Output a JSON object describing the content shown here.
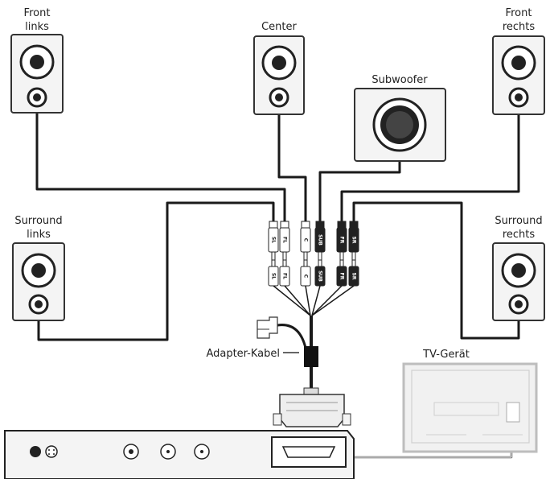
{
  "labels": {
    "front_left_line1": "Front",
    "front_left_line2": "links",
    "center": "Center",
    "front_right_line1": "Front",
    "front_right_line2": "rechts",
    "subwoofer": "Subwoofer",
    "surround_left_line1": "Surround",
    "surround_left_line2": "links",
    "surround_right_line1": "Surround",
    "surround_right_line2": "rechts",
    "adapter_cable": "Adapter-Kabel",
    "tv": "TV-Gerät"
  },
  "plugs": {
    "top": [
      "SL",
      "FL",
      "C",
      "SUB",
      "FR",
      "SR"
    ],
    "bottom": [
      "SL",
      "FL",
      "C",
      "SUB",
      "FR",
      "SR"
    ]
  },
  "colors": {
    "line": "#1a1a1a",
    "outline": "#333333",
    "speaker_fill": "#f4f4f4",
    "tv_fill": "#f1f1f1",
    "tv_outline": "#bdbdbd"
  }
}
